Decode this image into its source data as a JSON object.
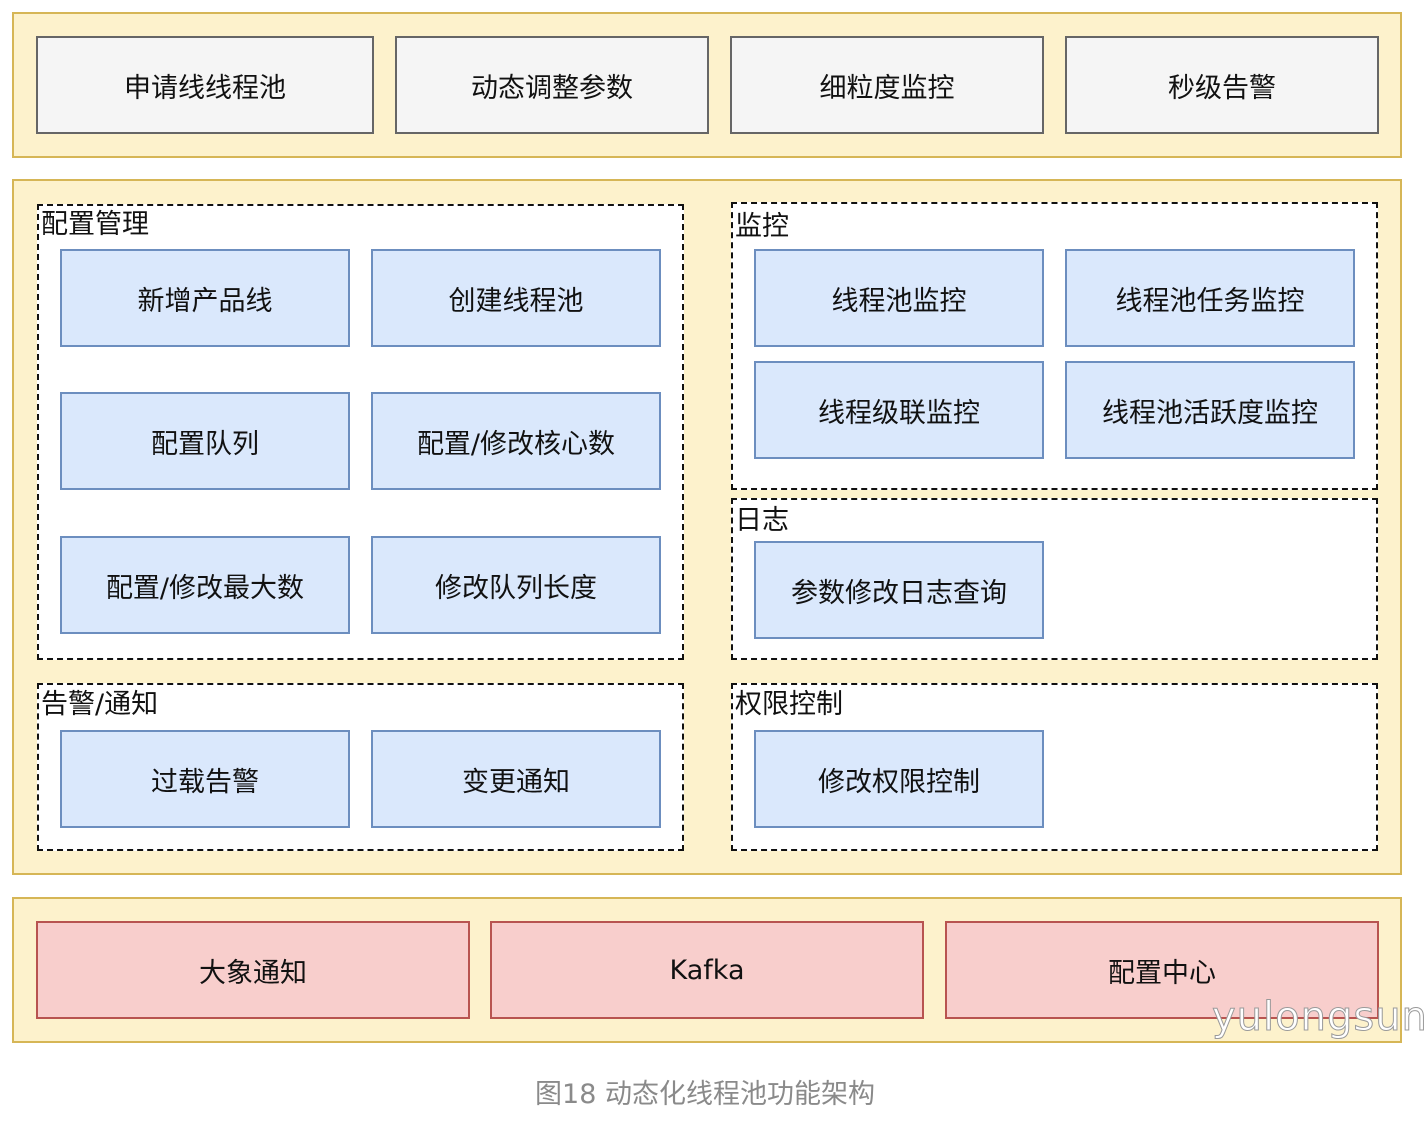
{
  "top_features": [
    "申请线线程池",
    "动态调整参数",
    "细粒度监控",
    "秒级告警"
  ],
  "config_management": {
    "title": "配置管理",
    "items": [
      "新增产品线",
      "创建线程池",
      "配置队列",
      "配置/修改核心数",
      "配置/修改最大数",
      "修改队列长度"
    ]
  },
  "monitoring": {
    "title": "监控",
    "items": [
      "线程池监控",
      "线程池任务监控",
      "线程级联监控",
      "线程池活跃度监控"
    ]
  },
  "logging": {
    "title": "日志",
    "items": [
      "参数修改日志查询"
    ]
  },
  "alerts": {
    "title": "告警/通知",
    "items": [
      "过载告警",
      "变更通知"
    ]
  },
  "permissions": {
    "title": "权限控制",
    "items": [
      "修改权限控制"
    ]
  },
  "infrastructure": [
    "大象通知",
    "Kafka",
    "配置中心"
  ],
  "watermark": "yulongsun",
  "caption": "图18 动态化线程池功能架构",
  "colors": {
    "band_fill": "#fdf2cc",
    "band_border": "#d6b656",
    "gray_fill": "#f5f5f5",
    "blue_fill": "#dae8fc",
    "blue_border": "#6c8ebf",
    "red_fill": "#f8cecc",
    "red_border": "#b85450"
  }
}
